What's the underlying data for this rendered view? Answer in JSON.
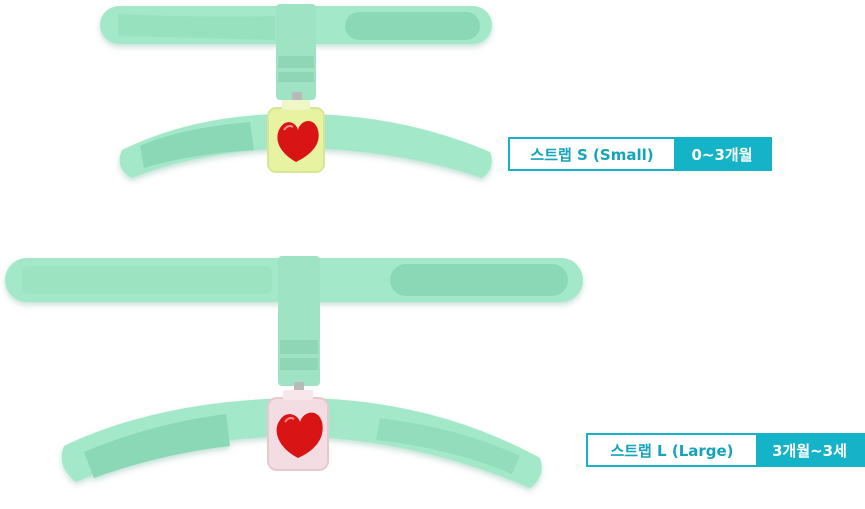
{
  "products": [
    {
      "label": "스트랩 S (Small)",
      "age": "0~3개월",
      "colors": {
        "strap": "#9fe6c6",
        "velcro": "#8ad9b6",
        "module": "#e9f3a4",
        "heart": "#d81616"
      }
    },
    {
      "label": "스트랩 L (Large)",
      "age": "3개월~3세",
      "colors": {
        "strap": "#9fe6c6",
        "velcro": "#8ad9b6",
        "module": "#f4dde2",
        "heart": "#d81616"
      }
    }
  ]
}
